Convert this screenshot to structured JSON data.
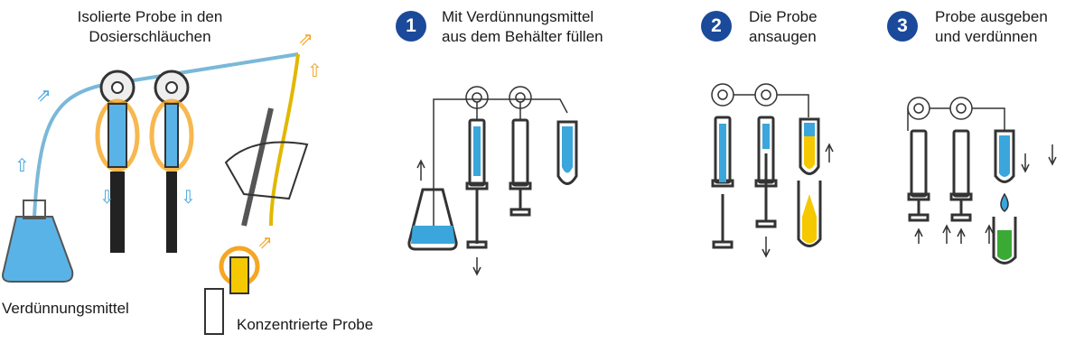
{
  "labels": {
    "isolated_sample": [
      "Isolierte Probe in den",
      "Dosierschläuchen"
    ],
    "diluent": "Verdünnungsmittel",
    "concentrated_sample": "Konzentrierte Probe"
  },
  "steps": [
    {
      "number": "1",
      "title": [
        "Mit Verdünnungsmittel",
        "aus dem Behälter füllen"
      ]
    },
    {
      "number": "2",
      "title": [
        "Die Probe",
        "ansaugen"
      ]
    },
    {
      "number": "3",
      "title": [
        "Probe ausgeben",
        "und verdünnen"
      ]
    }
  ],
  "colors": {
    "step_badge": "#1b4a9a",
    "diluent": "#3aa6dc",
    "sample": "#f2c400",
    "mixed": "#3aaa35",
    "highlight": "#f5a623"
  }
}
